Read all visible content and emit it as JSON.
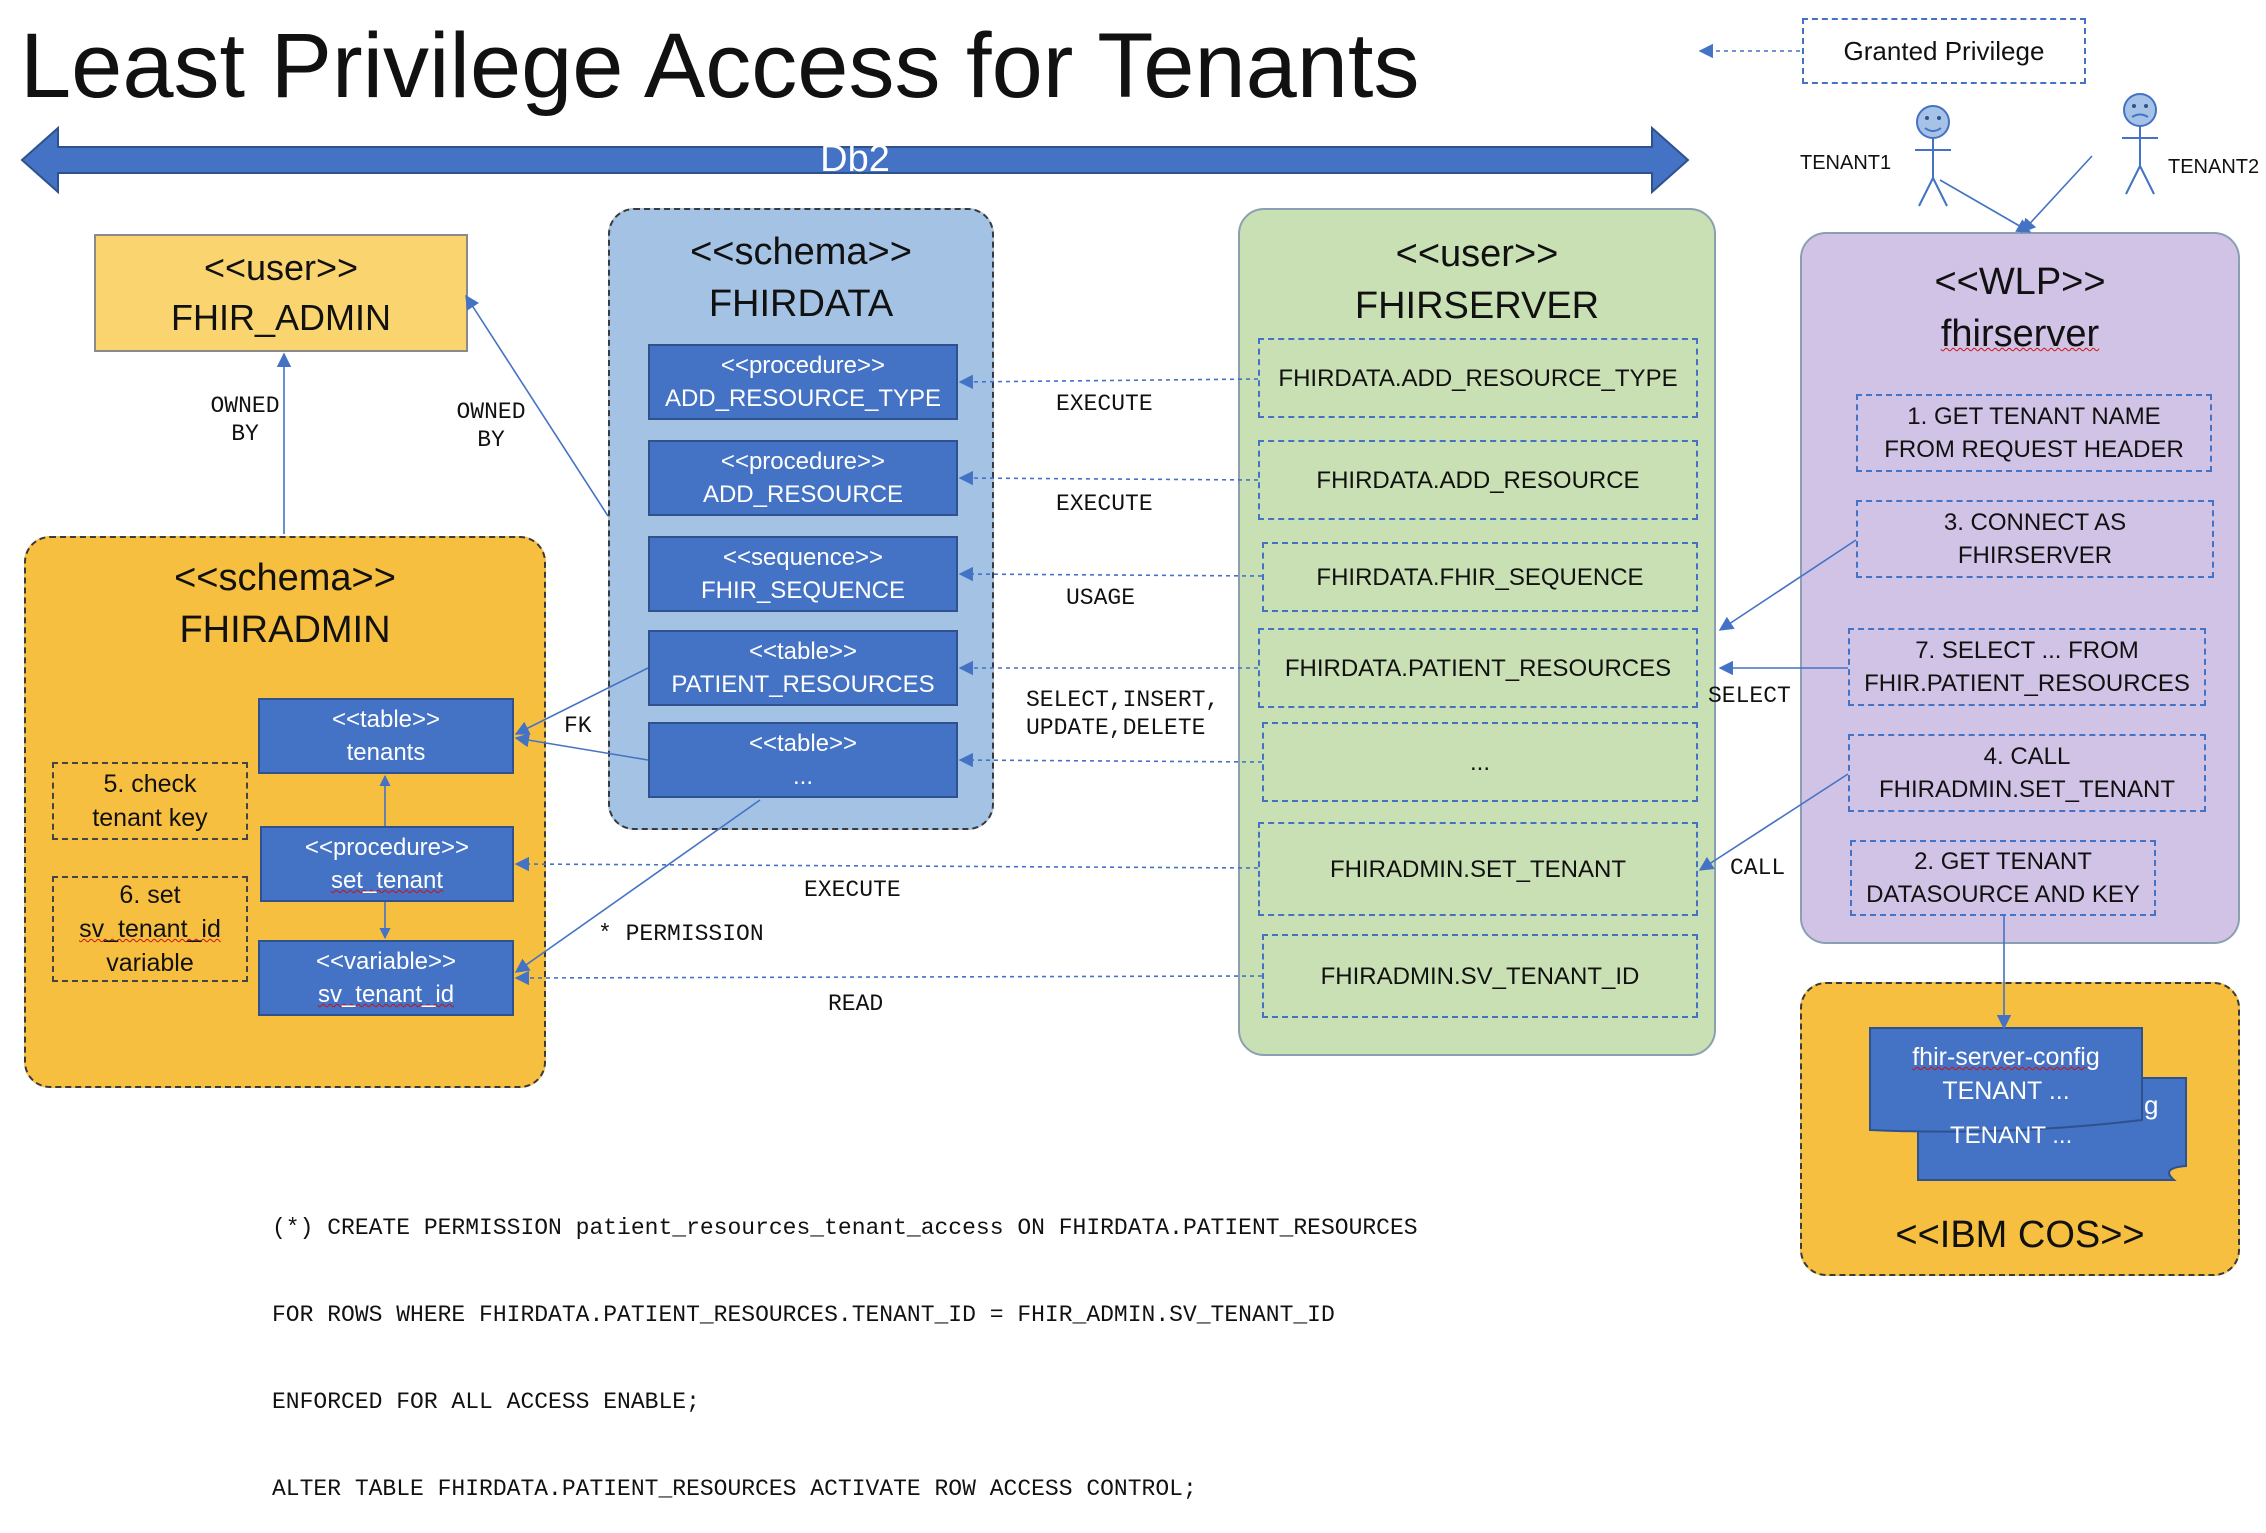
{
  "title": "Least Privilege Access for Tenants",
  "legend": {
    "label": "Granted Privilege"
  },
  "db2": {
    "label": "Db2"
  },
  "tenants": [
    "TENANT1",
    "TENANT2"
  ],
  "fhir_admin_user": {
    "stereotype": "<<user>>",
    "name": "FHIR_ADMIN"
  },
  "fhiradmin_schema": {
    "stereotype": "<<schema>>",
    "name": "FHIRADMIN",
    "tenants_table": {
      "stereotype": "<<table>>",
      "name": "tenants"
    },
    "set_tenant_proc": {
      "stereotype": "<<procedure>>",
      "name": "set_tenant"
    },
    "sv_tenant_var": {
      "stereotype": "<<variable>>",
      "name": "sv_tenant_id"
    },
    "note_check": [
      "5. check",
      "tenant key"
    ],
    "note_set": [
      "6. set",
      "sv_tenant_id",
      "variable"
    ]
  },
  "fhirdata_schema": {
    "stereotype": "<<schema>>",
    "name": "FHIRDATA",
    "objects": [
      {
        "stereotype": "<<procedure>>",
        "name": "ADD_RESOURCE_TYPE"
      },
      {
        "stereotype": "<<procedure>>",
        "name": "ADD_RESOURCE"
      },
      {
        "stereotype": "<<sequence>>",
        "name": "FHIR_SEQUENCE"
      },
      {
        "stereotype": "<<table>>",
        "name": "PATIENT_RESOURCES"
      },
      {
        "stereotype": "<<table>>",
        "name": "..."
      }
    ]
  },
  "fhirserver_user": {
    "stereotype": "<<user>>",
    "name": "FHIRSERVER",
    "privileges": [
      "FHIRDATA.ADD_RESOURCE_TYPE",
      "FHIRDATA.ADD_RESOURCE",
      "FHIRDATA.FHIR_SEQUENCE",
      "FHIRDATA.PATIENT_RESOURCES",
      "...",
      "FHIRADMIN.SET_TENANT",
      "FHIRADMIN.SV_TENANT_ID"
    ]
  },
  "wlp": {
    "stereotype": "<<WLP>>",
    "name": "fhirserver",
    "steps": [
      [
        "1. GET TENANT NAME",
        "FROM REQUEST HEADER"
      ],
      [
        "3. CONNECT AS",
        "FHIRSERVER"
      ],
      [
        "7. SELECT ... FROM",
        "FHIR.PATIENT_RESOURCES"
      ],
      [
        "4. CALL",
        "FHIRADMIN.SET_TENANT"
      ],
      [
        "2. GET TENANT",
        "DATASOURCE AND KEY"
      ]
    ]
  },
  "cos": {
    "label": "<<IBM COS>>",
    "doc_name": "fhir-server-config",
    "doc_tenant": "TENANT ...",
    "back_doc_fragment_1": "g",
    "back_doc_fragment_2": "TENANT ..."
  },
  "edge_labels": {
    "owned_by_1": [
      "OWNED",
      "BY"
    ],
    "owned_by_2": [
      "OWNED",
      "BY"
    ],
    "execute_1": "EXECUTE",
    "execute_2": "EXECUTE",
    "usage": "USAGE",
    "select_insert": [
      "SELECT,INSERT,",
      "UPDATE,DELETE"
    ],
    "fk": "FK",
    "execute_3": "EXECUTE",
    "permission": "* PERMISSION",
    "read": "READ",
    "select": "SELECT",
    "call": "CALL"
  },
  "footnote": [
    "(*) CREATE PERMISSION patient_resources_tenant_access ON FHIRDATA.PATIENT_RESOURCES",
    "FOR ROWS WHERE FHIRDATA.PATIENT_RESOURCES.TENANT_ID = FHIR_ADMIN.SV_TENANT_ID",
    "ENFORCED FOR ALL ACCESS ENABLE;",
    "ALTER TABLE FHIRDATA.PATIENT_RESOURCES ACTIVATE ROW ACCESS CONTROL;"
  ],
  "colors": {
    "blue": "#4472c4",
    "fhirdata_bg": "#a4c2e4",
    "fhirserver_bg": "#c9dfb4",
    "wlp_bg": "#d1c3e6",
    "yellow": "#f6bf3f",
    "fhir_admin_bg": "#fad56f"
  }
}
